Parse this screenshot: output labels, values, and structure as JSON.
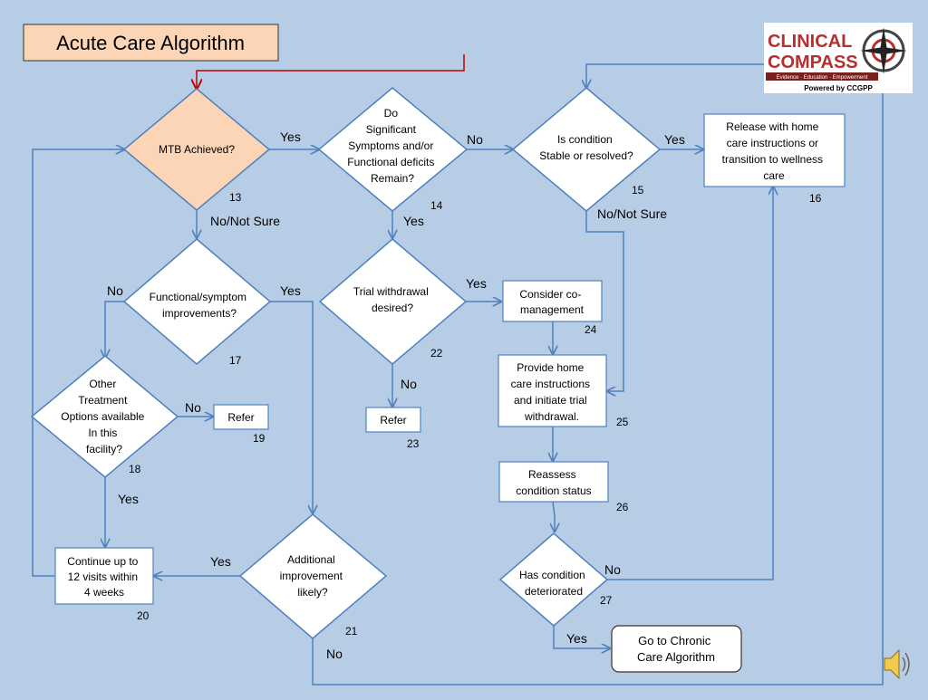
{
  "title": "Acute Care Algorithm",
  "logo": {
    "line1": "CLINICAL",
    "line2": "COMPASS",
    "tagline": "Evidence · Education · Empowerment",
    "powered": "Powered by CCGPP"
  },
  "nodes": {
    "n13": {
      "lines": [
        "MTB Achieved?"
      ],
      "num": "13"
    },
    "n14": {
      "lines": [
        "Do",
        "Significant",
        "Symptoms and/or",
        "Functional deficits",
        "Remain?"
      ],
      "num": "14"
    },
    "n15": {
      "lines": [
        "Is condition",
        "Stable or resolved?"
      ],
      "num": "15"
    },
    "n16": {
      "lines": [
        "Release with home",
        "care instructions or",
        "transition to wellness",
        "care"
      ],
      "num": "16"
    },
    "n17": {
      "lines": [
        "Functional/symptom",
        "improvements?"
      ],
      "num": "17"
    },
    "n22": {
      "lines": [
        "Trial withdrawal",
        "desired?"
      ],
      "num": "22"
    },
    "n24": {
      "lines": [
        "Consider co-",
        "management"
      ],
      "num": "24"
    },
    "n18": {
      "lines": [
        "Other",
        "Treatment",
        "Options available",
        "In this",
        "facility?"
      ],
      "num": "18"
    },
    "n19": {
      "lines": [
        "Refer"
      ],
      "num": "19"
    },
    "n23": {
      "lines": [
        "Refer"
      ],
      "num": "23"
    },
    "n25": {
      "lines": [
        "Provide home",
        "care instructions",
        "and initiate trial",
        "withdrawal."
      ],
      "num": "25"
    },
    "n26": {
      "lines": [
        "Reassess",
        "condition status"
      ],
      "num": "26"
    },
    "n20": {
      "lines": [
        "Continue up to",
        "12 visits within",
        "4 weeks"
      ],
      "num": "20"
    },
    "n21": {
      "lines": [
        "Additional",
        "improvement",
        "likely?"
      ],
      "num": "21"
    },
    "n27": {
      "lines": [
        "Has condition",
        "deteriorated"
      ],
      "num": "27"
    },
    "chronic": {
      "lines": [
        "Go to Chronic",
        "Care Algorithm"
      ],
      "num": ""
    }
  },
  "edge_labels": {
    "e13_14": "Yes",
    "e13_17": "No/Not Sure",
    "e14_15": "No",
    "e14_22": "Yes",
    "e15_16": "Yes",
    "e15_25": "No/Not Sure",
    "e17_18": "No",
    "e17_21": "Yes",
    "e22_24": "Yes",
    "e22_23": "No",
    "e18_19": "No",
    "e18_20": "Yes",
    "e21_20": "Yes",
    "e21_out": "No",
    "e27_16": "No",
    "e27_chronic": "Yes"
  },
  "colors": {
    "background": "#b7cde6",
    "line": "#4f81bd",
    "start_fill": "#fbd5b5",
    "red_arrow": "#c00000"
  }
}
